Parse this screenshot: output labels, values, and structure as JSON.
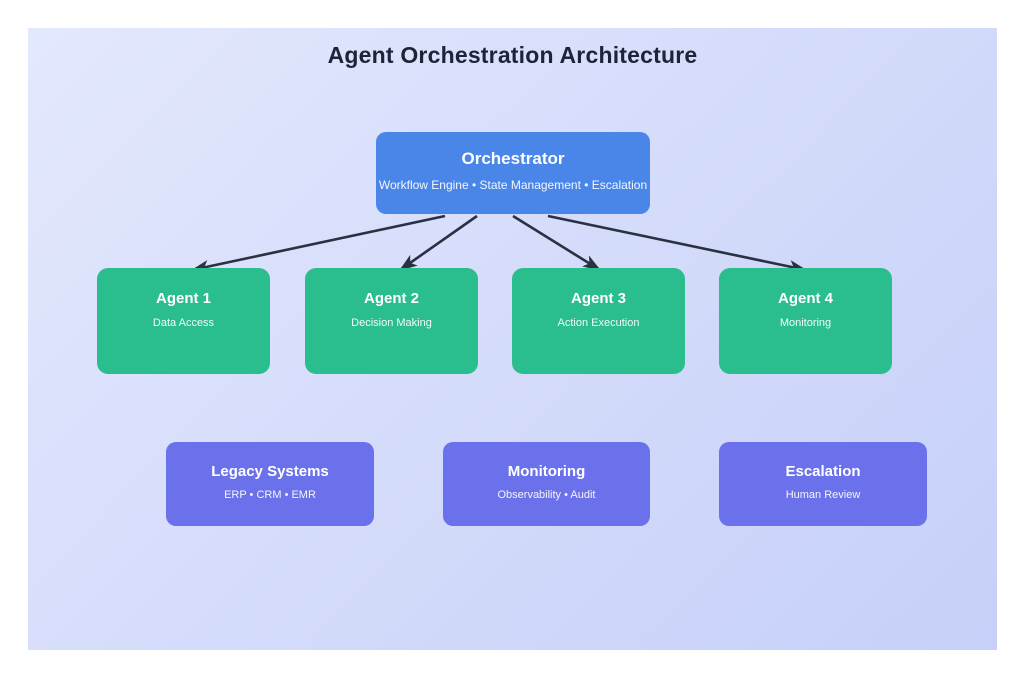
{
  "diagram": {
    "title": "Agent Orchestration Architecture",
    "nodes": {
      "orchestrator": {
        "id": "orchestrator",
        "label": "Orchestrator",
        "sublabel": "Workflow Engine • State Management • Escalation",
        "color": "#4a86e8"
      },
      "agents": [
        {
          "id": "agent-1",
          "label": "Agent 1",
          "sublabel": "Data Access",
          "color": "#2abe8e"
        },
        {
          "id": "agent-2",
          "label": "Agent 2",
          "sublabel": "Decision Making",
          "color": "#2abe8e"
        },
        {
          "id": "agent-3",
          "label": "Agent 3",
          "sublabel": "Action Execution",
          "color": "#2abe8e"
        },
        {
          "id": "agent-4",
          "label": "Agent 4",
          "sublabel": "Monitoring",
          "color": "#2abe8e"
        }
      ],
      "systems": [
        {
          "id": "legacy-systems",
          "label": "Legacy Systems",
          "sublabel": "ERP • CRM • EMR",
          "color": "#6b71ea"
        },
        {
          "id": "monitoring",
          "label": "Monitoring",
          "sublabel": "Observability • Audit",
          "color": "#6b71ea"
        },
        {
          "id": "escalation",
          "label": "Escalation",
          "sublabel": "Human Review",
          "color": "#6b71ea"
        }
      ]
    },
    "edges": [
      {
        "from": "orchestrator",
        "to": "agent-1"
      },
      {
        "from": "orchestrator",
        "to": "agent-2"
      },
      {
        "from": "orchestrator",
        "to": "agent-3"
      },
      {
        "from": "orchestrator",
        "to": "agent-4"
      }
    ],
    "colors": {
      "canvas_gradient_start": "#e3e8fd",
      "canvas_gradient_end": "#c6d0f8",
      "arrow": "#2a3142",
      "title_text": "#1e2438"
    }
  }
}
